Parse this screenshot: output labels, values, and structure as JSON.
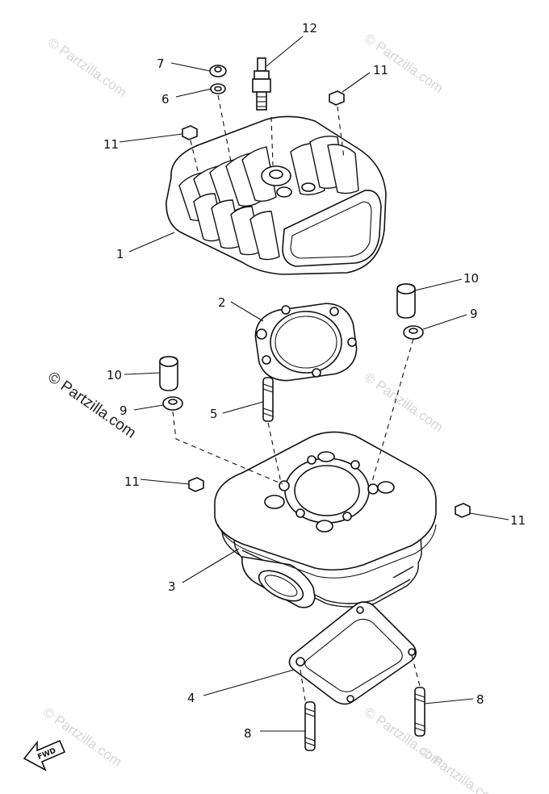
{
  "diagram": {
    "callouts": [
      "12",
      "7",
      "6",
      "11",
      "11",
      "1",
      "2",
      "10",
      "9",
      "10",
      "9",
      "5",
      "11",
      "11",
      "3",
      "4",
      "8",
      "8"
    ],
    "watermarks": [
      "© Partzilla.com",
      "© Partzilla.com",
      "© Partzilla.com",
      "© Partzilla.com",
      "© Partzilla.com",
      "© Partzilla.com"
    ],
    "watermark_main": "© Partzilla.com",
    "fwd_label": "FWD"
  }
}
